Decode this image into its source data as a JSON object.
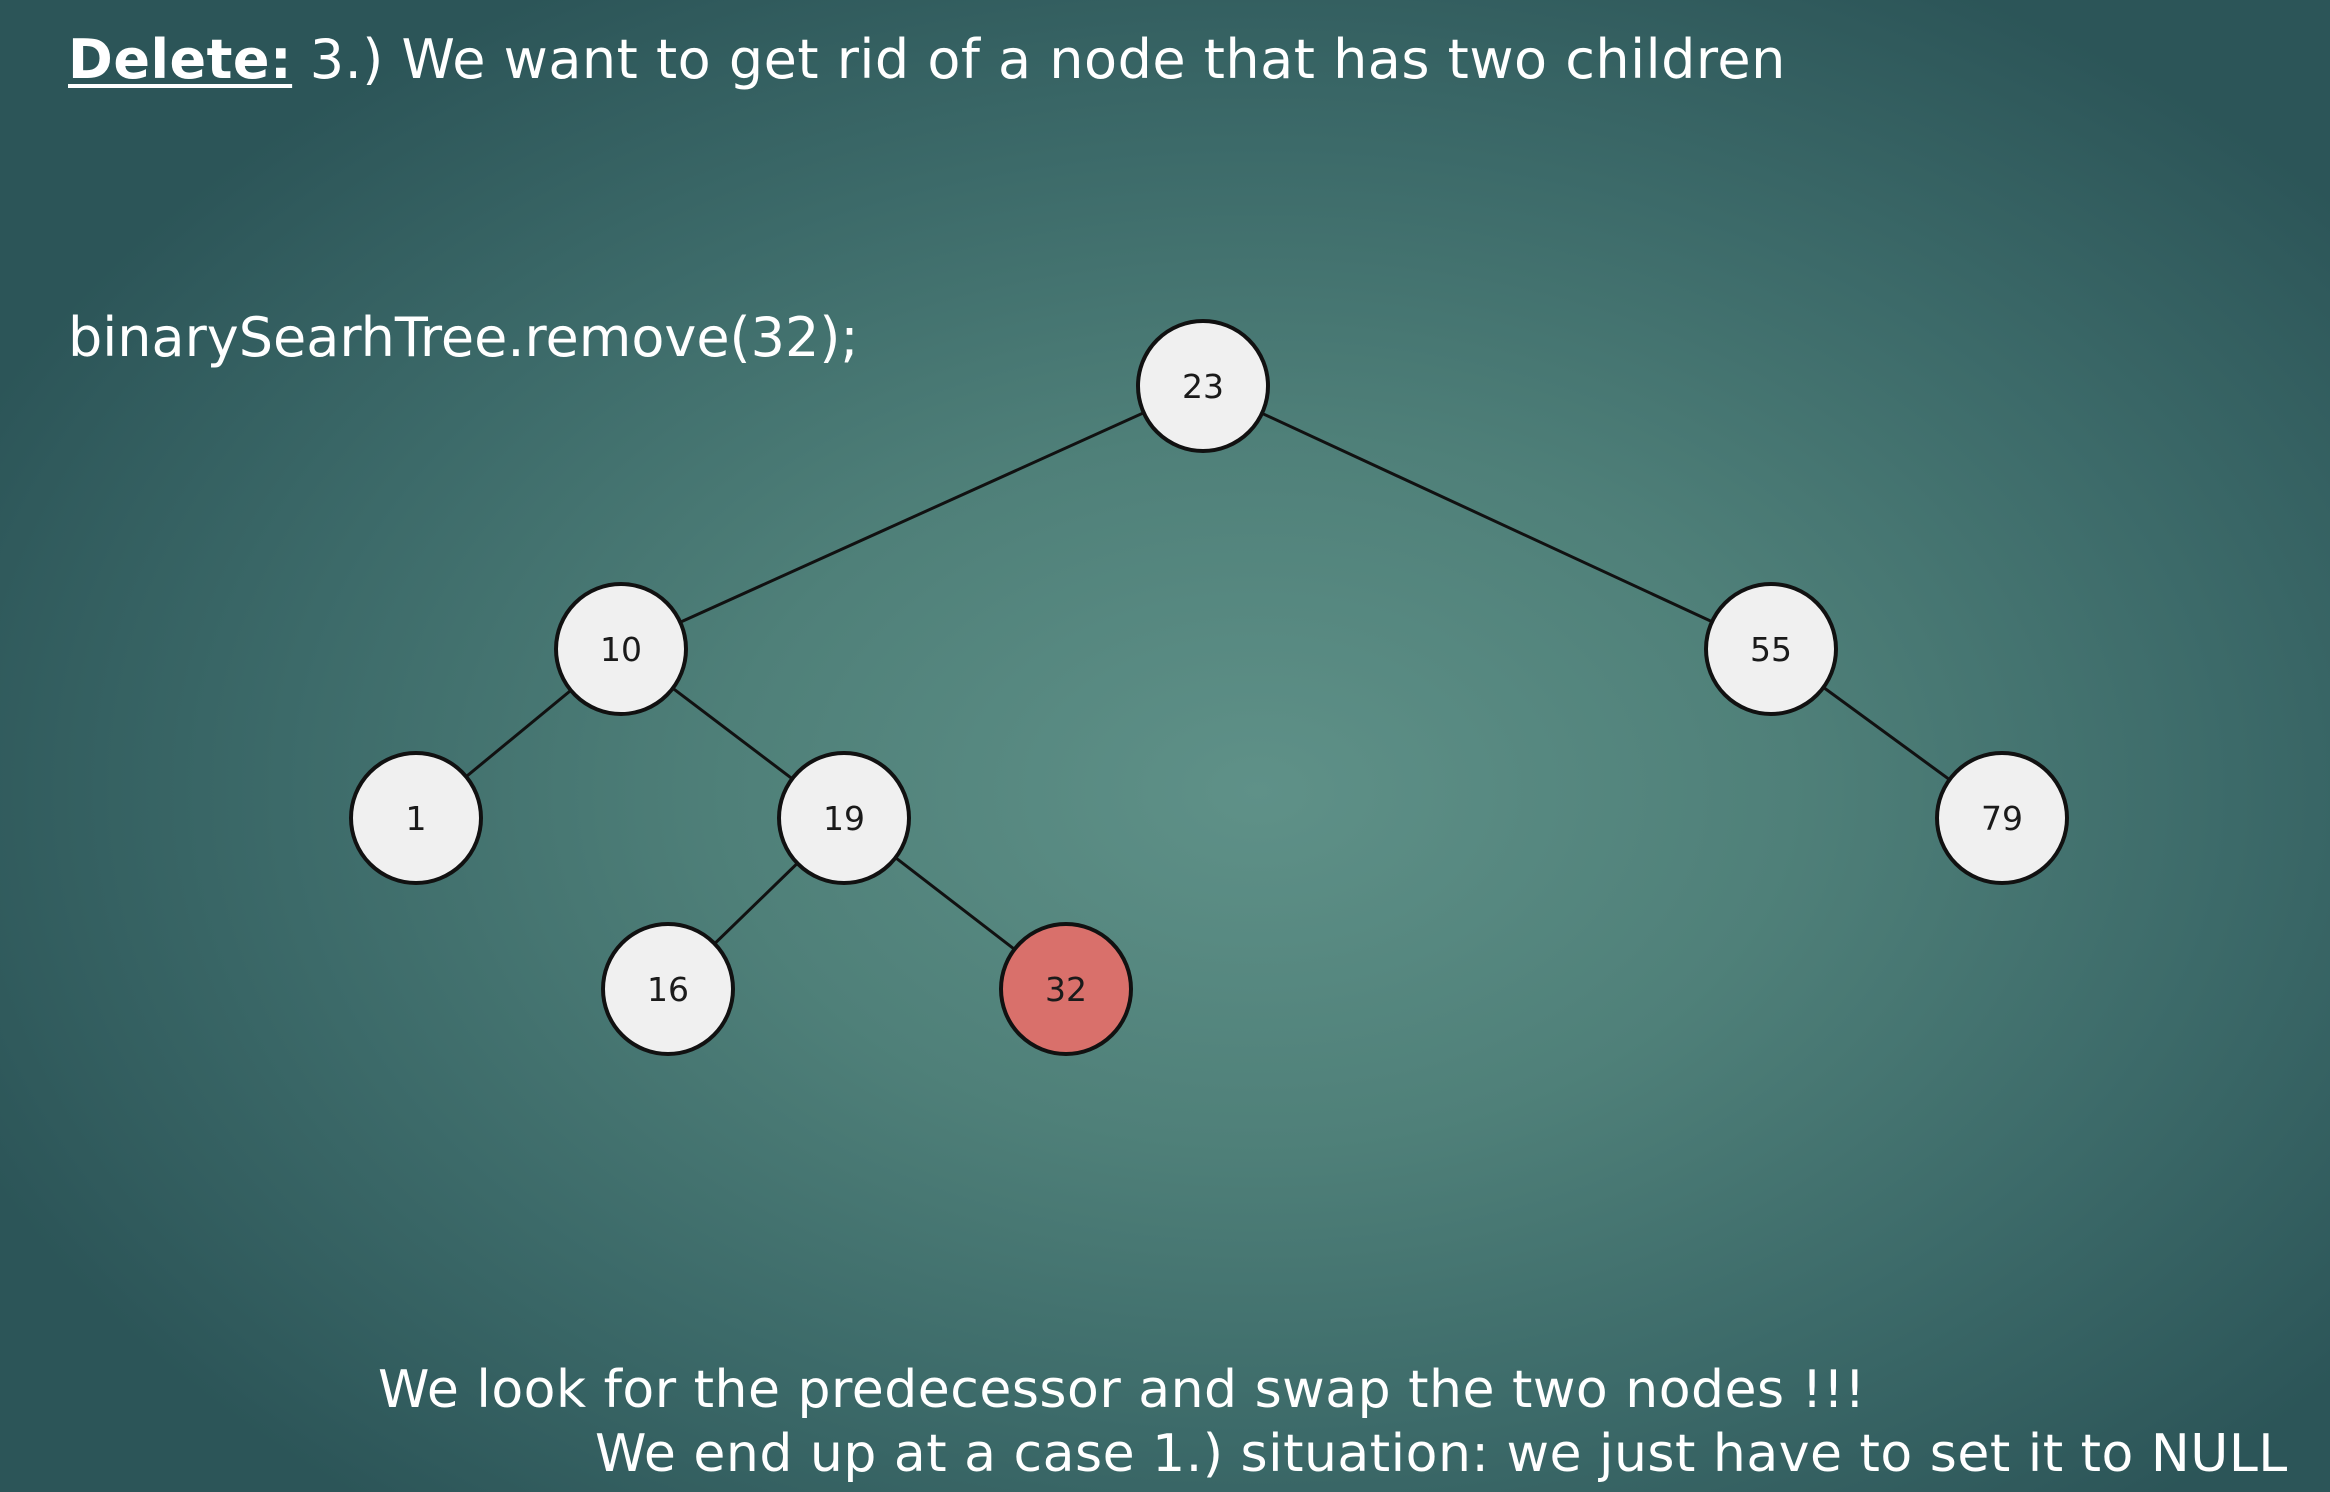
{
  "slide": {
    "title_label": "Delete:",
    "title_text": " 3.) We want to get rid of a node that has two children",
    "code": "binarySearhTree.remove(32);",
    "footer_line1": "We look for the predecessor and swap the two nodes !!!",
    "footer_line2": "We end up at a case 1.) situation: we just have to set it to NULL"
  },
  "tree": {
    "node_fill": "#f0f0f0",
    "highlight_fill": "#d9706b",
    "edge_color": "#111111",
    "nodes": [
      {
        "id": "23",
        "label": "23",
        "highlighted": false
      },
      {
        "id": "10",
        "label": "10",
        "highlighted": false
      },
      {
        "id": "55",
        "label": "55",
        "highlighted": false
      },
      {
        "id": "1",
        "label": "1",
        "highlighted": false
      },
      {
        "id": "19",
        "label": "19",
        "highlighted": false
      },
      {
        "id": "79",
        "label": "79",
        "highlighted": false
      },
      {
        "id": "16",
        "label": "16",
        "highlighted": false
      },
      {
        "id": "32",
        "label": "32",
        "highlighted": true
      }
    ],
    "edges": [
      [
        "23",
        "10"
      ],
      [
        "23",
        "55"
      ],
      [
        "10",
        "1"
      ],
      [
        "10",
        "19"
      ],
      [
        "55",
        "79"
      ],
      [
        "19",
        "16"
      ],
      [
        "19",
        "32"
      ]
    ]
  }
}
